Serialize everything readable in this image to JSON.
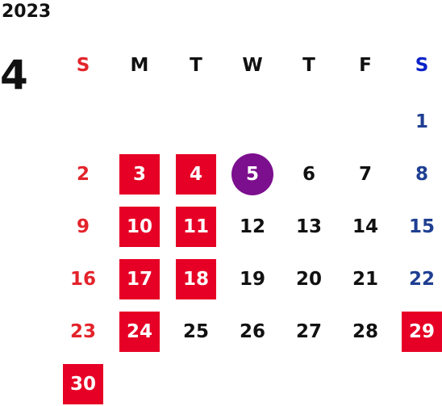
{
  "header": {
    "year": "2023",
    "month": "4"
  },
  "weekdays": [
    "S",
    "M",
    "T",
    "W",
    "T",
    "F",
    "S"
  ],
  "days": [
    {
      "n": "1",
      "col": 6,
      "row": 0
    },
    {
      "n": "2",
      "col": 0,
      "row": 1
    },
    {
      "n": "3",
      "col": 1,
      "row": 1,
      "holiday": true
    },
    {
      "n": "4",
      "col": 2,
      "row": 1,
      "holiday": true
    },
    {
      "n": "5",
      "col": 3,
      "row": 1,
      "today": true
    },
    {
      "n": "6",
      "col": 4,
      "row": 1
    },
    {
      "n": "7",
      "col": 5,
      "row": 1
    },
    {
      "n": "8",
      "col": 6,
      "row": 1
    },
    {
      "n": "9",
      "col": 0,
      "row": 2
    },
    {
      "n": "10",
      "col": 1,
      "row": 2,
      "holiday": true
    },
    {
      "n": "11",
      "col": 2,
      "row": 2,
      "holiday": true
    },
    {
      "n": "12",
      "col": 3,
      "row": 2
    },
    {
      "n": "13",
      "col": 4,
      "row": 2
    },
    {
      "n": "14",
      "col": 5,
      "row": 2
    },
    {
      "n": "15",
      "col": 6,
      "row": 2
    },
    {
      "n": "16",
      "col": 0,
      "row": 3
    },
    {
      "n": "17",
      "col": 1,
      "row": 3,
      "holiday": true
    },
    {
      "n": "18",
      "col": 2,
      "row": 3,
      "holiday": true
    },
    {
      "n": "19",
      "col": 3,
      "row": 3
    },
    {
      "n": "20",
      "col": 4,
      "row": 3
    },
    {
      "n": "21",
      "col": 5,
      "row": 3
    },
    {
      "n": "22",
      "col": 6,
      "row": 3
    },
    {
      "n": "23",
      "col": 0,
      "row": 4
    },
    {
      "n": "24",
      "col": 1,
      "row": 4,
      "holiday": true
    },
    {
      "n": "25",
      "col": 2,
      "row": 4
    },
    {
      "n": "26",
      "col": 3,
      "row": 4
    },
    {
      "n": "27",
      "col": 4,
      "row": 4
    },
    {
      "n": "28",
      "col": 5,
      "row": 4
    },
    {
      "n": "29",
      "col": 6,
      "row": 4,
      "holiday": true
    },
    {
      "n": "30",
      "col": 0,
      "row": 5,
      "holiday": true
    }
  ],
  "colors": {
    "holiday_bg": "#e60025",
    "today_bg": "#7c0f8e",
    "sunday": "#e3232b",
    "saturday": "#1f3f92",
    "saturday_header": "#0a22c8",
    "text": "#111111"
  }
}
